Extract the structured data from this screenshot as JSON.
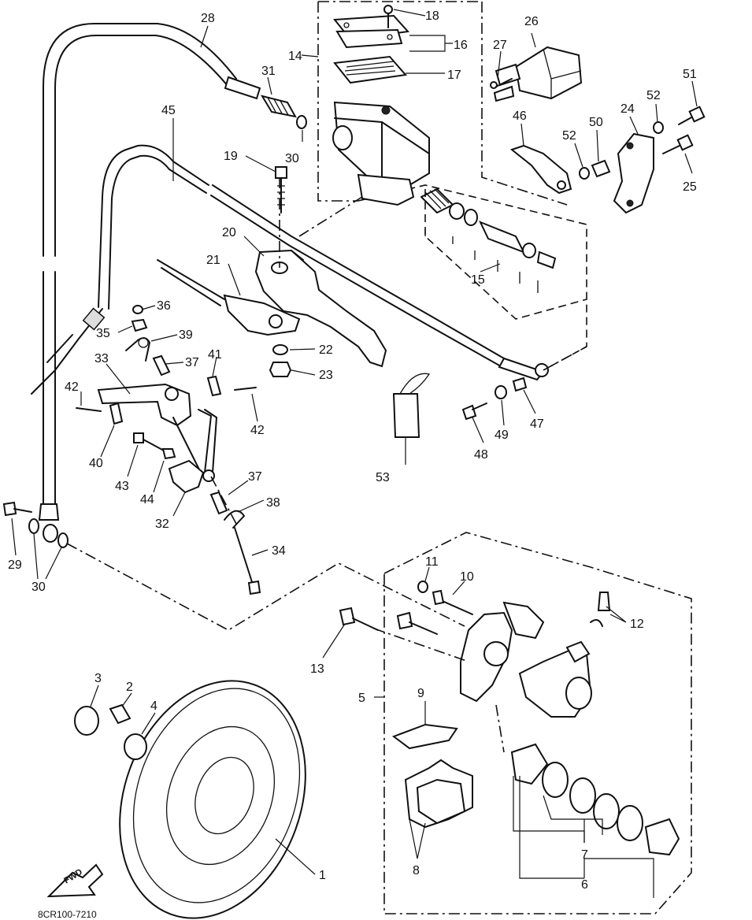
{
  "diagram_code": "8CR100-7210",
  "fwd_arrow": "FWD",
  "labels": {
    "l1": "1",
    "l2": "2",
    "l3": "3",
    "l4": "4",
    "l5": "5",
    "l6": "6",
    "l7": "7",
    "l8": "8",
    "l9": "9",
    "l10": "10",
    "l11": "11",
    "l12": "12",
    "l13": "13",
    "l14": "14",
    "l15": "15",
    "l16": "16",
    "l17": "17",
    "l18": "18",
    "l19": "19",
    "l20": "20",
    "l21": "21",
    "l22": "22",
    "l23": "23",
    "l24": "24",
    "l25": "25",
    "l26": "26",
    "l27": "27",
    "l28": "28",
    "l29": "29",
    "l30a": "30",
    "l30b": "30",
    "l31": "31",
    "l32": "32",
    "l33": "33",
    "l34": "34",
    "l35": "35",
    "l36": "36",
    "l37a": "37",
    "l37b": "37",
    "l38": "38",
    "l39": "39",
    "l40": "40",
    "l41": "41",
    "l42a": "42",
    "l42b": "42",
    "l43": "43",
    "l44": "44",
    "l45": "45",
    "l46": "46",
    "l47": "47",
    "l48": "48",
    "l49": "49",
    "l50": "50",
    "l51": "51",
    "l52a": "52",
    "l52b": "52",
    "l53": "53"
  }
}
